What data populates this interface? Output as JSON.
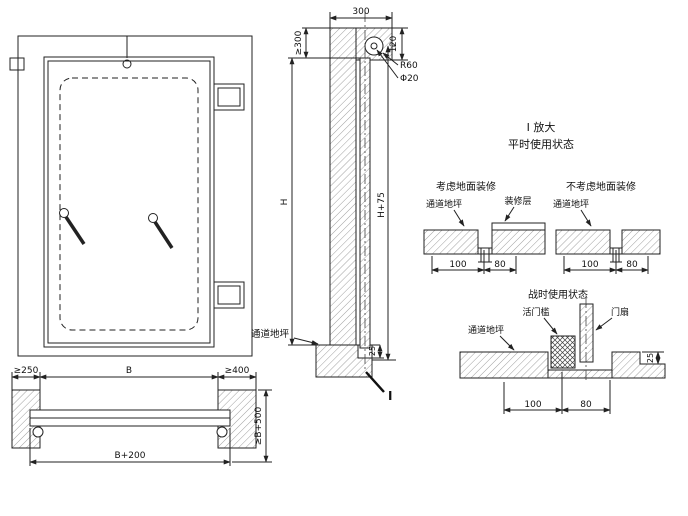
{
  "plan_view": {
    "dim_left_wall": "≥250",
    "dim_opening": "B",
    "dim_right_wall": "≥400",
    "dim_frame": "B+200",
    "dim_total": "≥B+500"
  },
  "section_view": {
    "dim_top": "300",
    "dim_embed": "≥300",
    "dim_offset": "120",
    "label_radius": "R60",
    "label_diameter": "Φ20",
    "dim_height": "H",
    "dim_height_frame": "H+75",
    "dim_sill": "25",
    "label_floor": "通道地坪",
    "detail_mark": "I"
  },
  "details": {
    "heading_enlarged": "I 放大",
    "heading_state": "平时使用状态",
    "with_finish": {
      "title": "考虑地面装修",
      "label_floor": "通道地坪",
      "label_finish": "装修层",
      "dim_a": "100",
      "dim_b": "80"
    },
    "without_finish": {
      "title": "不考虑地面装修",
      "label_floor": "通道地坪",
      "dim_a": "100",
      "dim_b": "80"
    },
    "wartime": {
      "title": "战时使用状态",
      "label_threshold": "活门槛",
      "label_leaf": "门扇",
      "label_floor": "通道地坪",
      "dim_a": "100",
      "dim_b": "80",
      "dim_rebate": "25"
    }
  }
}
